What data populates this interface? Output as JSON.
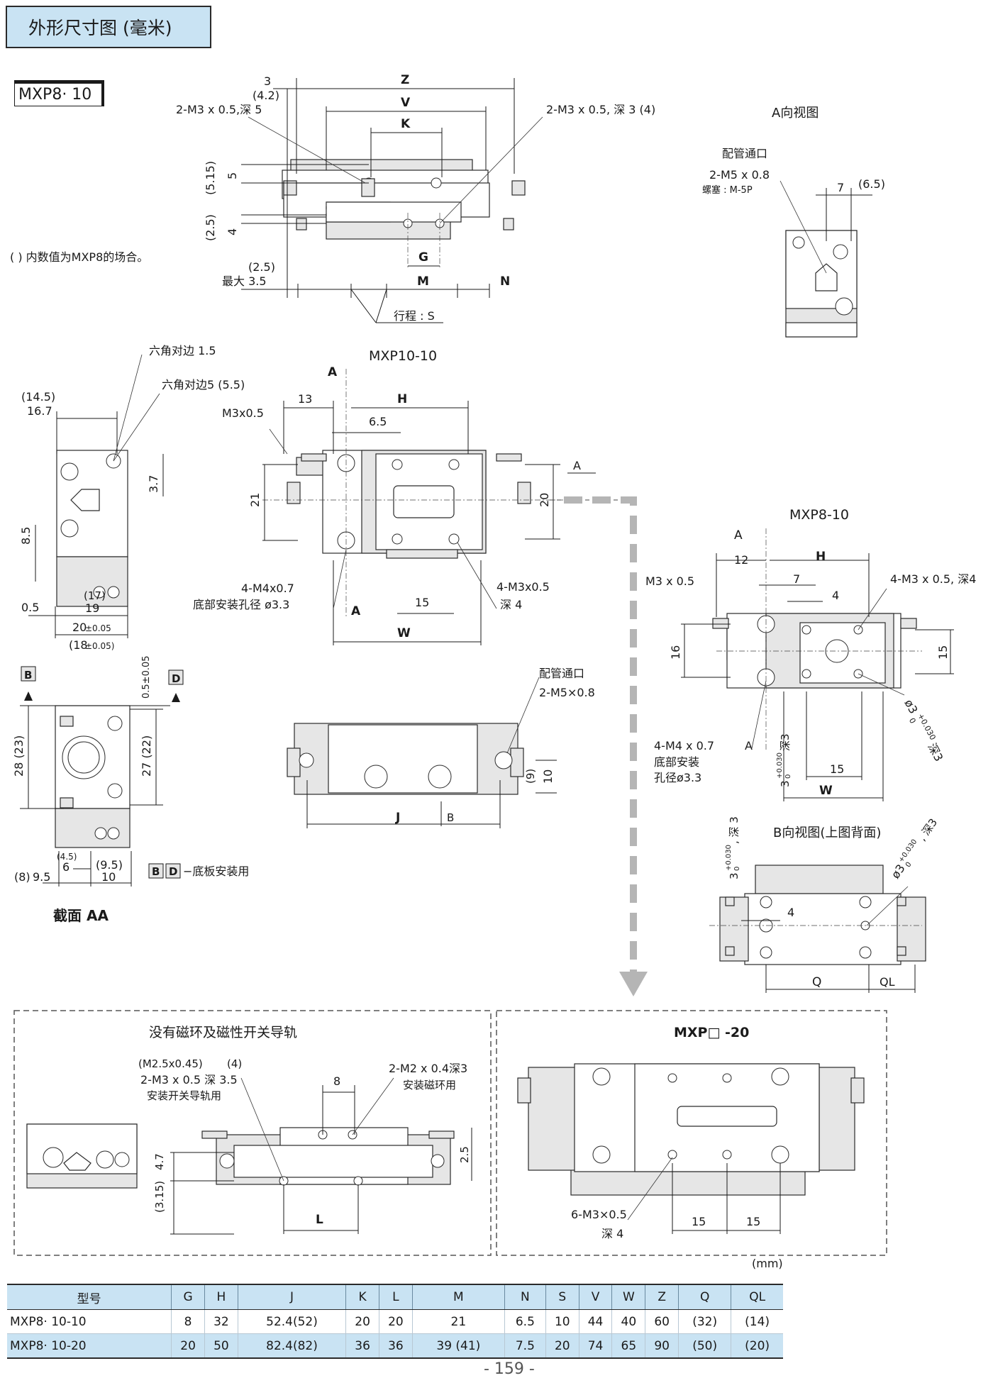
{
  "header": {
    "title": "外形尺寸图 (毫米)"
  },
  "model_label": "MXP8· 10",
  "notes": {
    "paren_note": "( ) 内数值为MXP8的场合。"
  },
  "view_top": {
    "dims": {
      "d3": "3",
      "d42": "(4.2)",
      "Z": "Z",
      "V": "V",
      "K": "K",
      "hole_left": "2-M3 x 0.5,深 5",
      "hole_right": "2-M3 x 0.5, 深 3 (4)",
      "d515": "(5.15)",
      "d5": "5",
      "d25": "(2.5)",
      "d4": "4",
      "G": "G",
      "d25b": "(2.5)",
      "max35": "最大 3.5",
      "M": "M",
      "N": "N",
      "stroke": "行程 : S"
    }
  },
  "view_a": {
    "title": "A向视图",
    "port": "配管通口",
    "port_size": "2-M5 x 0.8",
    "plug": "螺塞 : M-5P",
    "d7": "7",
    "d65": "(6.5)"
  },
  "view_side": {
    "hex15": "六角对边 1.5",
    "hex5": "六角对边5 (5.5)",
    "d145": "(14.5)",
    "d167": "16.7",
    "d37": "3.7",
    "d85": "8.5",
    "d17": "(17)",
    "d19": "19",
    "d05": "0.5",
    "d20": "20",
    "tol20": "±0.05",
    "d18": "(18",
    "tol18": "±0.05)"
  },
  "view_mxp10": {
    "title": "MXP10-10",
    "A": "A",
    "d13": "13",
    "H": "H",
    "m3": "M3x0.5",
    "d65": "6.5",
    "d21": "21",
    "d20": "20",
    "m4": "4-M4x0.7",
    "base_hole": "底部安装孔径 ø3.3",
    "d15": "15",
    "m3b": "4-M3x0.5",
    "depth4": "深 4",
    "W": "W"
  },
  "view_mxp8": {
    "title": "MXP8-10",
    "A": "A",
    "d12": "12",
    "H": "H",
    "m3": "M3 x 0.5",
    "d7": "7",
    "d4": "4",
    "m3b": "4-M3 x 0.5, 深4",
    "d16": "16",
    "d15": "15",
    "hole": "ø3",
    "tolp": "+0.030",
    "tol0": "0",
    "deep3": "深3",
    "m4": "4-M4 x 0.7",
    "base1": "底部安装",
    "base2": "孔径ø3.3",
    "d3": "3",
    "deep3b": "深3",
    "d15b": "15",
    "W": "W"
  },
  "section_aa": {
    "B": "B",
    "D": "D",
    "d05tol": "0.5±0.05",
    "d28": "28 (23)",
    "d27": "27 (22)",
    "d45": "(4.5)",
    "d6": "6",
    "d95p": "(9.5)",
    "d8": "(8)",
    "d95": "9.5",
    "d10": "10",
    "caption": "截面 AA",
    "bd_note": "−底板安装用"
  },
  "view_front": {
    "port": "配管通口",
    "port_size": "2-M5×0.8",
    "d9": "(9)",
    "d10": "10",
    "J": "J",
    "B": "B"
  },
  "view_b": {
    "title": "B向视图(上图背面)",
    "d3": "3",
    "tolp": "+0.030",
    "tol0": "0",
    "deep": ", 深 3",
    "hole": "ø3",
    "deep3": ", 深3",
    "d4": "4",
    "Q": "Q",
    "QL": "QL"
  },
  "panel_no_magnet": {
    "title": "没有磁环及磁性开关导轨",
    "m25": "(M2.5x0.45)",
    "d4p": "(4)",
    "m3": "2-M3 x 0.5 深 3.5",
    "rail": "安装开关导轨用",
    "d8": "8",
    "m2": "2-M2 x 0.4深3",
    "ring": "安装磁环用",
    "d47": "4.7",
    "d315": "(3.15)",
    "d25": "2.5",
    "L": "L"
  },
  "panel_mxp20": {
    "title": "MXP□ -20",
    "m3": "6-M3×0.5",
    "depth": "深 4",
    "d15a": "15",
    "d15b": "15"
  },
  "table": {
    "unit": "(mm)",
    "columns": [
      "型号",
      "G",
      "H",
      "J",
      "K",
      "L",
      "M",
      "N",
      "S",
      "V",
      "W",
      "Z",
      "Q",
      "QL"
    ],
    "rows": [
      [
        "MXP8· 10-10",
        "8",
        "32",
        "52.4(52)",
        "20",
        "20",
        "21",
        "6.5",
        "10",
        "44",
        "40",
        "60",
        "(32)",
        "(14)"
      ],
      [
        "MXP8· 10-20",
        "20",
        "50",
        "82.4(82)",
        "36",
        "36",
        "39 (41)",
        "7.5",
        "20",
        "74",
        "65",
        "90",
        "(50)",
        "(20)"
      ]
    ]
  },
  "footer": {
    "page": "- 159 -"
  }
}
